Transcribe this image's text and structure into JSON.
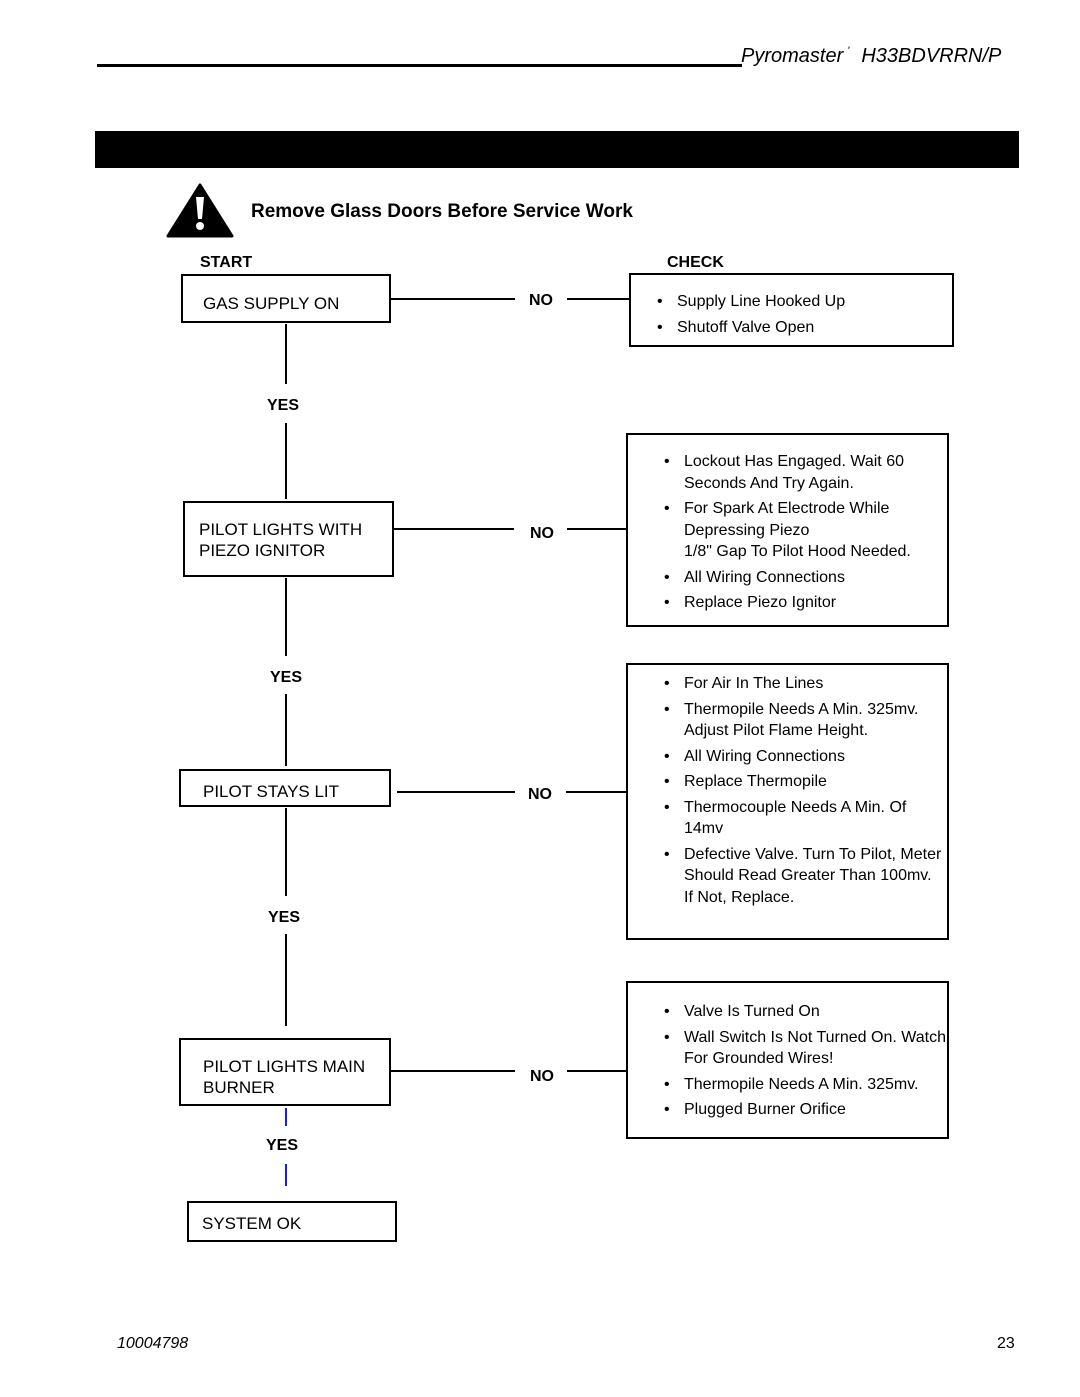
{
  "header": {
    "brand": "Pyromaster",
    "mark": "'",
    "model": "H33BDVRRN/P"
  },
  "warning": {
    "text": "Remove Glass Doors Before Service Work",
    "icon": "warning-triangle-icon"
  },
  "columns": {
    "start": "START",
    "check": "CHECK"
  },
  "steps": [
    {
      "line1": "GAS SUPPLY ON",
      "line2": ""
    },
    {
      "line1": "PILOT LIGHTS WITH",
      "line2": "PIEZO IGNITOR"
    },
    {
      "line1": "PILOT STAYS LIT",
      "line2": ""
    },
    {
      "line1": "PILOT LIGHTS MAIN",
      "line2": "BURNER"
    },
    {
      "line1": "SYSTEM OK",
      "line2": ""
    }
  ],
  "labels": {
    "yes": "YES",
    "no": "NO"
  },
  "checks": [
    {
      "items": [
        {
          "bullet": true,
          "text": "Supply Line Hooked Up"
        },
        {
          "bullet": true,
          "text": "Shutoff Valve Open"
        }
      ]
    },
    {
      "items": [
        {
          "bullet": true,
          "text": "Lockout Has Engaged. Wait 60 Seconds And Try Again."
        },
        {
          "bullet": true,
          "text": "For Spark At Electrode While Depressing Piezo"
        },
        {
          "bullet": false,
          "text": "1/8\" Gap To Pilot Hood Needed."
        },
        {
          "bullet": true,
          "text": "All Wiring Connections"
        },
        {
          "bullet": true,
          "text": "Replace Piezo Ignitor"
        }
      ]
    },
    {
      "items": [
        {
          "bullet": true,
          "text": "For Air In The Lines"
        },
        {
          "bullet": true,
          "text": "Thermopile Needs A Min. 325mv. Adjust Pilot Flame Height."
        },
        {
          "bullet": true,
          "text": "All Wiring Connections"
        },
        {
          "bullet": true,
          "text": "Replace Thermopile"
        },
        {
          "bullet": true,
          "text": "Thermocouple Needs A Min. Of 14mv"
        },
        {
          "bullet": true,
          "text": "Defective Valve. Turn To Pilot, Meter Should Read Greater Than 100mv. If Not, Replace."
        }
      ]
    },
    {
      "items": [
        {
          "bullet": true,
          "text": "Valve Is Turned On"
        },
        {
          "bullet": true,
          "text": "Wall Switch Is Not Turned On. Watch For Grounded Wires!"
        },
        {
          "bullet": true,
          "text": "Thermopile Needs A Min. 325mv."
        },
        {
          "bullet": true,
          "text": "Plugged Burner Orifice"
        }
      ]
    }
  ],
  "footer": {
    "doc_number": "10004798",
    "page_number": "23"
  },
  "colors": {
    "ink": "#000000",
    "connector_accent": "#1a1aff",
    "paper": "#ffffff"
  }
}
